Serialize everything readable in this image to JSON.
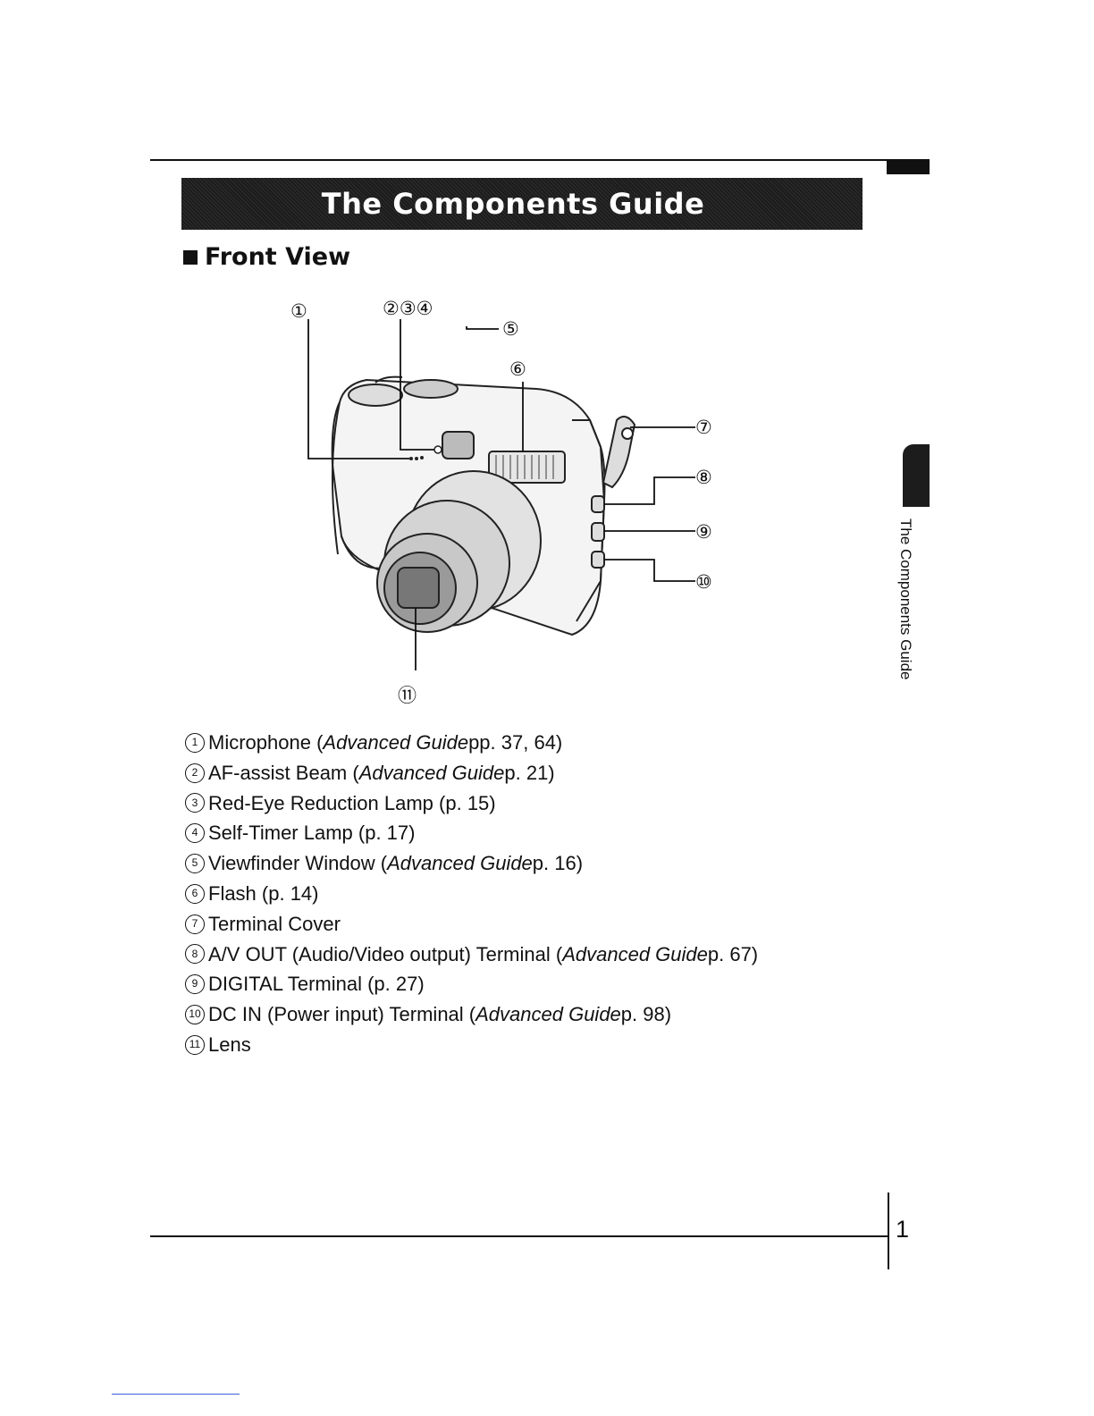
{
  "page": {
    "title": "The Components Guide",
    "section": "Front View",
    "side_tab_label": "The Components Guide",
    "page_number": "1"
  },
  "diagram": {
    "callouts": [
      "①",
      "②③④",
      "⑤",
      "⑥",
      "⑦",
      "⑧",
      "⑨",
      "⑩",
      "⑪"
    ]
  },
  "legend": [
    {
      "num": "1",
      "text": "Microphone (",
      "italic": "Advanced Guide",
      "after": " pp. 37, 64)"
    },
    {
      "num": "2",
      "text": "AF-assist Beam (",
      "italic": "Advanced Guide",
      "after": " p. 21)"
    },
    {
      "num": "3",
      "text": "Red-Eye Reduction Lamp (p. 15)",
      "italic": "",
      "after": ""
    },
    {
      "num": "4",
      "text": "Self-Timer Lamp (p. 17)",
      "italic": "",
      "after": ""
    },
    {
      "num": "5",
      "text": "Viewfinder Window (",
      "italic": "Advanced Guide",
      "after": " p. 16)"
    },
    {
      "num": "6",
      "text": "Flash (p. 14)",
      "italic": "",
      "after": ""
    },
    {
      "num": "7",
      "text": "Terminal Cover",
      "italic": "",
      "after": ""
    },
    {
      "num": "8",
      "text": "A/V OUT (Audio/Video output) Terminal (",
      "italic": "Advanced Guide",
      "after": " p. 67)"
    },
    {
      "num": "9",
      "text": "DIGITAL Terminal (p. 27)",
      "italic": "",
      "after": ""
    },
    {
      "num": "10",
      "text": "DC IN (Power input) Terminal (",
      "italic": "Advanced Guide",
      "after": " p. 98)"
    },
    {
      "num": "11",
      "text": "Lens",
      "italic": "",
      "after": ""
    }
  ]
}
